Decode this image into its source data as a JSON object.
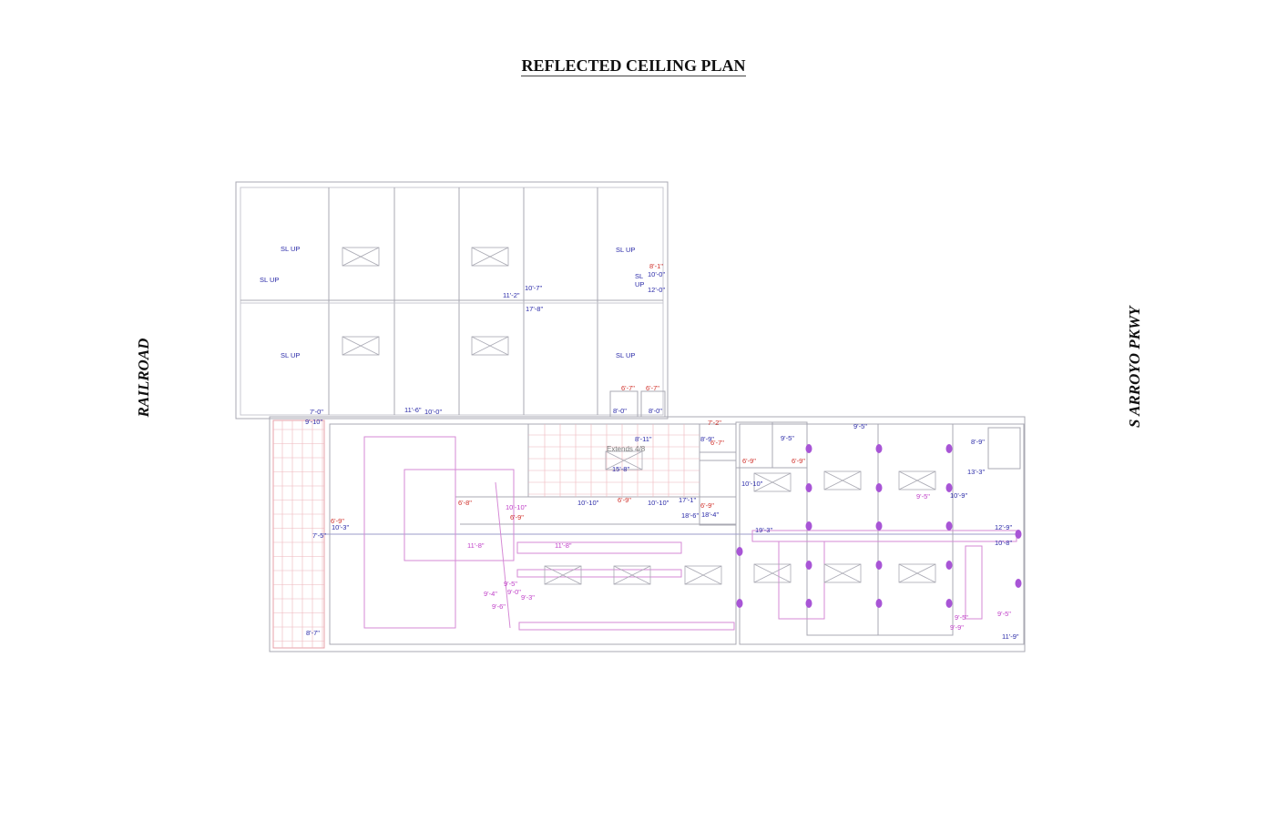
{
  "title": "REFLECTED CEILING PLAN",
  "streets": {
    "left": "RAILROAD",
    "right": "S ARROYO PKWY"
  },
  "colors": {
    "blue": "#2a2aa8",
    "red": "#d0302a",
    "magenta": "#c040c8",
    "column": "#a855d6",
    "wall": "#a9a9b3",
    "grid": "#e7a0a8"
  },
  "labels": [
    {
      "text": "SL UP",
      "tone": "blue"
    },
    {
      "text": "SL UP",
      "tone": "blue"
    },
    {
      "text": "SL UP",
      "tone": "blue"
    },
    {
      "text": "SL UP",
      "tone": "blue"
    },
    {
      "text": "SL UP",
      "tone": "blue"
    },
    {
      "text": "SL",
      "tone": "blue"
    },
    {
      "text": "UP",
      "tone": "blue"
    },
    {
      "text": "10'-0\"",
      "tone": "blue"
    },
    {
      "text": "12'-0\"",
      "tone": "blue"
    },
    {
      "text": "10'-7\"",
      "tone": "blue"
    },
    {
      "text": "11'-2\"",
      "tone": "blue"
    },
    {
      "text": "17'-8\"",
      "tone": "blue"
    },
    {
      "text": "11'-6\"",
      "tone": "blue"
    },
    {
      "text": "10'-0\"",
      "tone": "blue"
    },
    {
      "text": "7'-0\"",
      "tone": "blue"
    },
    {
      "text": "9'-10\"",
      "tone": "blue"
    },
    {
      "text": "8'-0\"",
      "tone": "blue"
    },
    {
      "text": "8'-0\"",
      "tone": "blue"
    },
    {
      "text": "8'-11\"",
      "tone": "blue"
    },
    {
      "text": "15'-8\"",
      "tone": "blue"
    },
    {
      "text": "8'-9\"",
      "tone": "blue"
    },
    {
      "text": "10'-10\"",
      "tone": "blue"
    },
    {
      "text": "10'-10\"",
      "tone": "blue"
    },
    {
      "text": "17'-1\"",
      "tone": "blue"
    },
    {
      "text": "18'-6\"",
      "tone": "blue"
    },
    {
      "text": "18'-4\"",
      "tone": "blue"
    },
    {
      "text": "10'-3\"",
      "tone": "blue"
    },
    {
      "text": "7'-5\"",
      "tone": "blue"
    },
    {
      "text": "8'-7\"",
      "tone": "blue"
    },
    {
      "text": "9'-5\"",
      "tone": "blue"
    },
    {
      "text": "9'-5\"",
      "tone": "blue"
    },
    {
      "text": "8'-9\"",
      "tone": "blue"
    },
    {
      "text": "13'-3\"",
      "tone": "blue"
    },
    {
      "text": "10'-10\"",
      "tone": "blue"
    },
    {
      "text": "10'-9\"",
      "tone": "blue"
    },
    {
      "text": "19'-3\"",
      "tone": "blue"
    },
    {
      "text": "12'-9\"",
      "tone": "blue"
    },
    {
      "text": "10'-8\"",
      "tone": "blue"
    },
    {
      "text": "11'-9\"",
      "tone": "blue"
    },
    {
      "text": "8'-1\"",
      "tone": "red"
    },
    {
      "text": "6'-7\"",
      "tone": "red"
    },
    {
      "text": "6'-7\"",
      "tone": "red"
    },
    {
      "text": "7'-2\"",
      "tone": "red"
    },
    {
      "text": "6'-7\"",
      "tone": "red"
    },
    {
      "text": "6'-8\"",
      "tone": "red"
    },
    {
      "text": "6'-9\"",
      "tone": "red"
    },
    {
      "text": "6'-9\"",
      "tone": "red"
    },
    {
      "text": "6'-9\"",
      "tone": "red"
    },
    {
      "text": "6'-9\"",
      "tone": "red"
    },
    {
      "text": "6'-9\"",
      "tone": "red"
    },
    {
      "text": "6'-9\"",
      "tone": "red"
    },
    {
      "text": "10'-10\"",
      "tone": "mag"
    },
    {
      "text": "11'-8\"",
      "tone": "mag"
    },
    {
      "text": "11'-8\"",
      "tone": "mag"
    },
    {
      "text": "9'-5\"",
      "tone": "mag"
    },
    {
      "text": "9'-4\"",
      "tone": "mag"
    },
    {
      "text": "9'-0\"",
      "tone": "mag"
    },
    {
      "text": "9'-3\"",
      "tone": "mag"
    },
    {
      "text": "9'-6\"",
      "tone": "mag"
    },
    {
      "text": "9'-5\"",
      "tone": "mag"
    },
    {
      "text": "9'-5\"",
      "tone": "mag"
    },
    {
      "text": "9'-9\"",
      "tone": "mag"
    },
    {
      "text": "9'-5\"",
      "tone": "mag"
    },
    {
      "text": "Extends 4/8",
      "tone": "gray"
    }
  ]
}
